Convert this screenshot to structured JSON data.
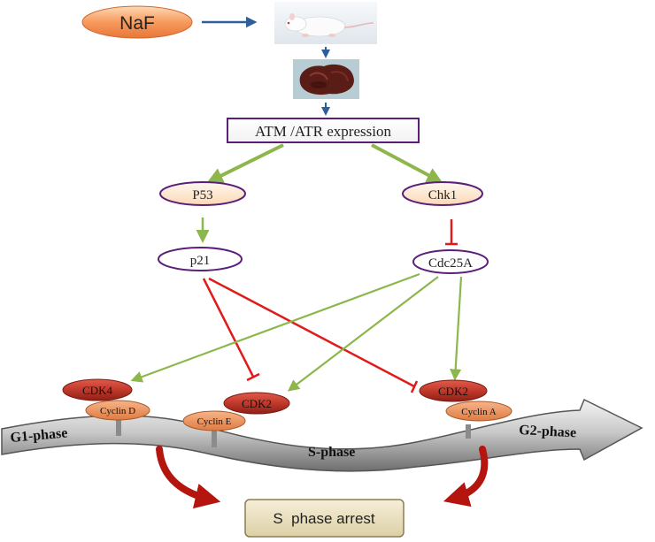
{
  "naf": "NaF",
  "atm": "ATM /ATR expression",
  "p53": "P53",
  "chk1": "Chk1",
  "p21": "p21",
  "cdc25a": "Cdc25A",
  "cdk4": "CDK4",
  "cyclin_d": "Cyclin D",
  "cdk2_s": "CDK2",
  "cyclin_e": "Cyclin E",
  "cdk2_g2": "CDK2",
  "cyclin_a": "Cyclin A",
  "g1": "G1-phase",
  "s": "S-phase",
  "g2": "G2-phase",
  "arrest": "S  phase arrest",
  "colors": {
    "activate": "#8db64c",
    "inhibit": "#e01b1b",
    "cdk": "#c0392b",
    "cyclin": "#e8884e",
    "pathway": "#5b1f7a",
    "big_arrow": "#b5150f"
  }
}
